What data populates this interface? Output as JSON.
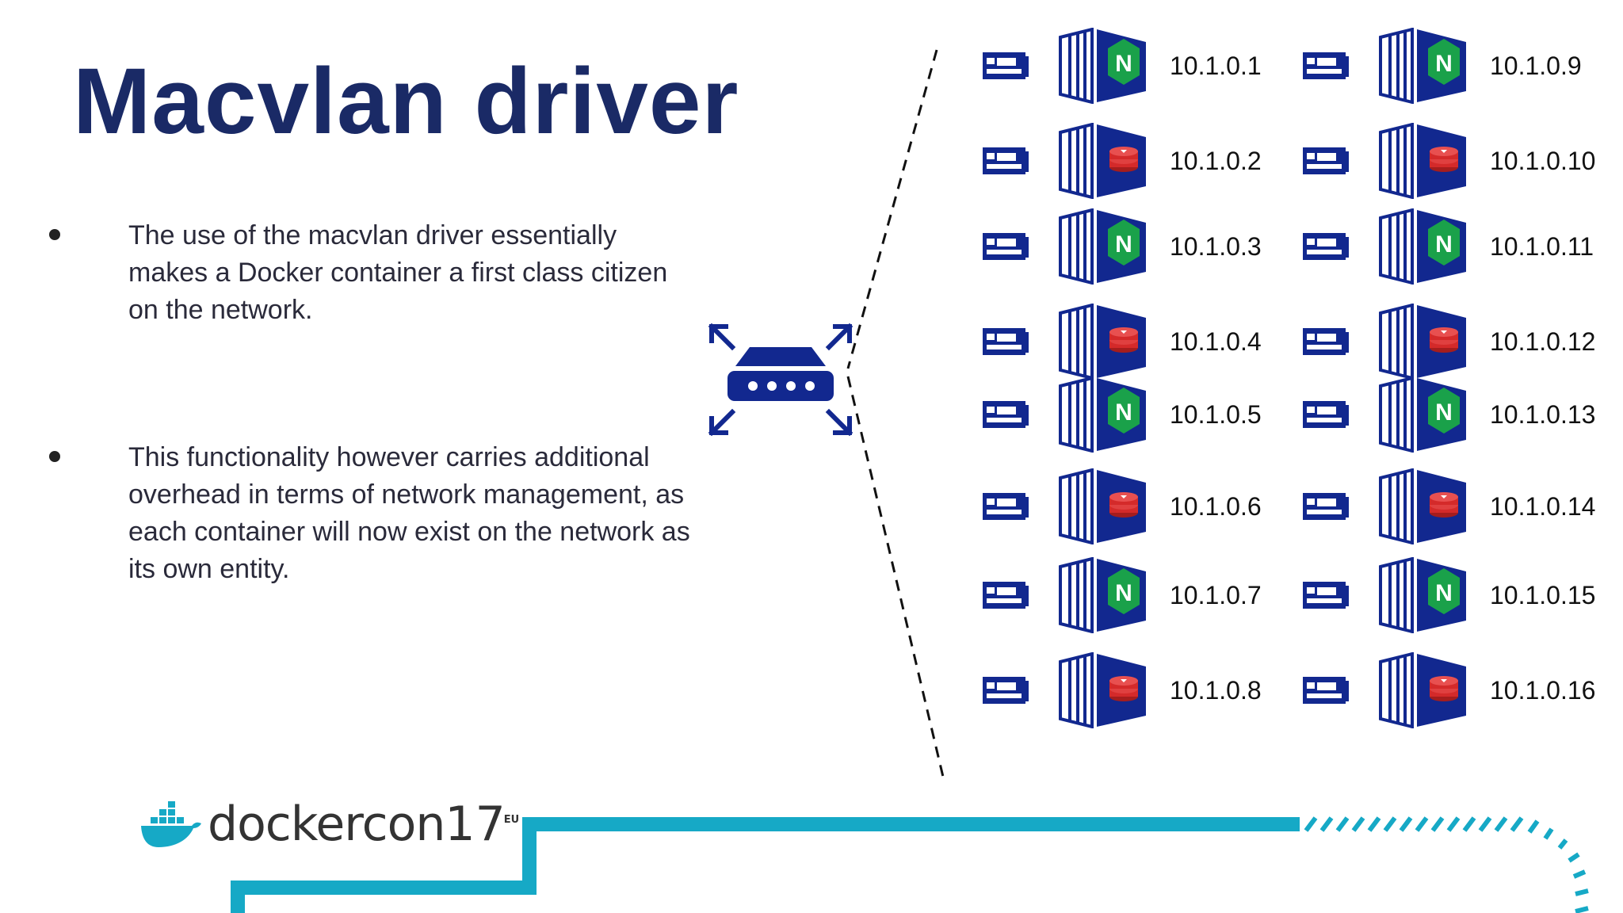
{
  "title": "Macvlan driver",
  "bullets": [
    "The use of the macvlan driver essentially makes a Docker container a first class citizen on the network.",
    "This functionality however carries additional overhead in terms of network management, as each container will now exist on the network as its own entity."
  ],
  "containers": [
    {
      "ip": "10.1.0.1",
      "type": "nginx"
    },
    {
      "ip": "10.1.0.2",
      "type": "redis"
    },
    {
      "ip": "10.1.0.3",
      "type": "nginx"
    },
    {
      "ip": "10.1.0.4",
      "type": "redis"
    },
    {
      "ip": "10.1.0.5",
      "type": "nginx"
    },
    {
      "ip": "10.1.0.6",
      "type": "redis"
    },
    {
      "ip": "10.1.0.7",
      "type": "nginx"
    },
    {
      "ip": "10.1.0.8",
      "type": "redis"
    },
    {
      "ip": "10.1.0.9",
      "type": "nginx"
    },
    {
      "ip": "10.1.0.10",
      "type": "redis"
    },
    {
      "ip": "10.1.0.11",
      "type": "nginx"
    },
    {
      "ip": "10.1.0.12",
      "type": "redis"
    },
    {
      "ip": "10.1.0.13",
      "type": "nginx"
    },
    {
      "ip": "10.1.0.14",
      "type": "redis"
    },
    {
      "ip": "10.1.0.15",
      "type": "nginx"
    },
    {
      "ip": "10.1.0.16",
      "type": "redis"
    }
  ],
  "logo": {
    "word": "dockercon",
    "number": "17",
    "region": "EU"
  },
  "colors": {
    "title": "#1a2a66",
    "icon_blue": "#12288f",
    "teal": "#16a9c6",
    "nginx_green": "#1aa14a",
    "redis_red": "#d42a2a"
  },
  "icons": {
    "router": "network-switch-icon",
    "nic": "network-card-icon",
    "container": "container-icon"
  }
}
